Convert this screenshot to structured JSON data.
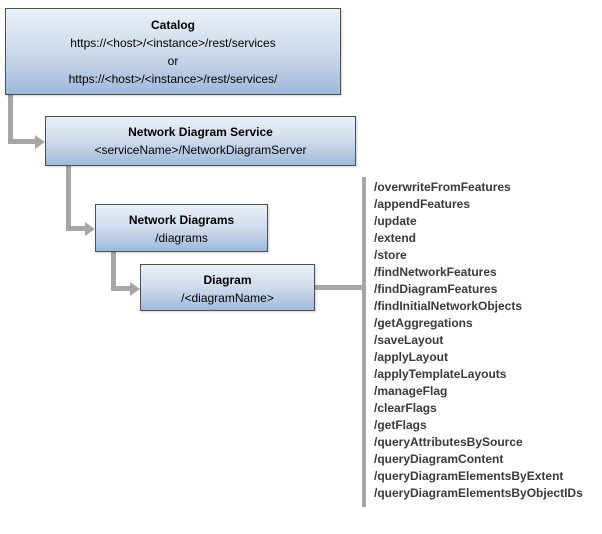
{
  "nodes": {
    "catalog": {
      "title": "Catalog",
      "lines": [
        "https://<host>/<instance>/rest/services",
        "or",
        "https://<host>/<instance>/rest/services/"
      ]
    },
    "service": {
      "title": "Network Diagram Service",
      "lines": [
        "<serviceName>/NetworkDiagramServer"
      ]
    },
    "diagrams": {
      "title": "Network Diagrams",
      "lines": [
        "/diagrams"
      ]
    },
    "diagram": {
      "title": "Diagram",
      "lines": [
        "/<diagramName>"
      ]
    }
  },
  "operations": [
    "/overwriteFromFeatures",
    "/appendFeatures",
    "/update",
    "/extend",
    "/store",
    "/findNetworkFeatures",
    "/findDiagramFeatures",
    "/findInitialNetworkObjects",
    "/getAggregations",
    "/saveLayout",
    "/applyLayout",
    "/applyTemplateLayouts",
    "/manageFlag",
    "/clearFlags",
    "/getFlags",
    "/queryAttributesBySource",
    "/queryDiagramContent",
    "/queryDiagramElementsByExtent",
    "/queryDiagramElementsByObjectIDs"
  ],
  "colors": {
    "connector": "#a6a6a6",
    "box_gradient_top": "#eaf0f8",
    "box_gradient_bottom": "#9fb9db",
    "box_border": "#4f4f4f",
    "operations_text": "#3a3a3a"
  }
}
